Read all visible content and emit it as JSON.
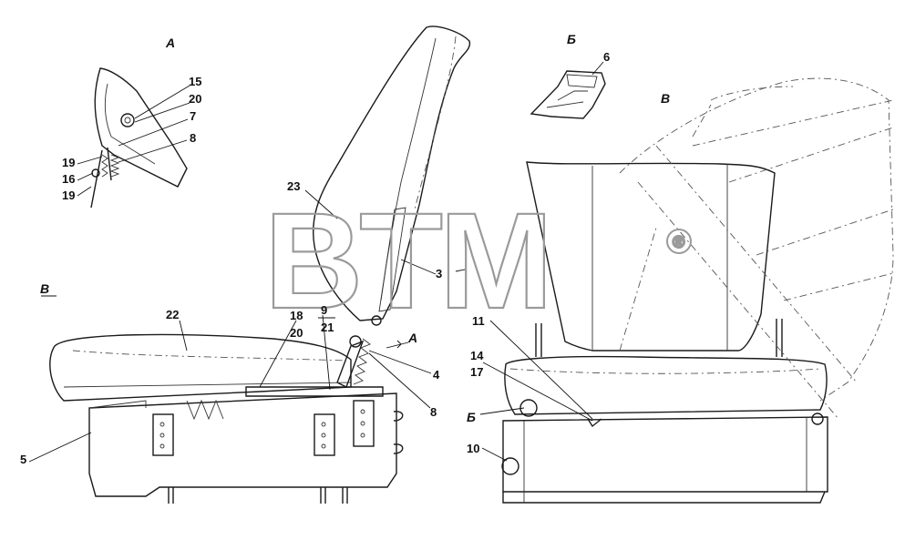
{
  "view_labels": {
    "a_top": "А",
    "b_top": "Б",
    "v_top": "В",
    "v_left": "В",
    "a_arrow": "А",
    "b_arrow": "Б"
  },
  "callouts": {
    "n15": "15",
    "n20a": "20",
    "n7": "7",
    "n8a": "8",
    "n19a": "19",
    "n16": "16",
    "n19b": "19",
    "n6": "6",
    "n23": "23",
    "n3": "3",
    "n22": "22",
    "n18": "18",
    "n20b": "20",
    "n9": "9",
    "n21": "21",
    "n4": "4",
    "n8b": "8",
    "n5": "5",
    "n11": "11",
    "n14": "14",
    "n17": "17",
    "n10": "10"
  },
  "watermark": {
    "text": "BTM",
    "mark": "®"
  }
}
